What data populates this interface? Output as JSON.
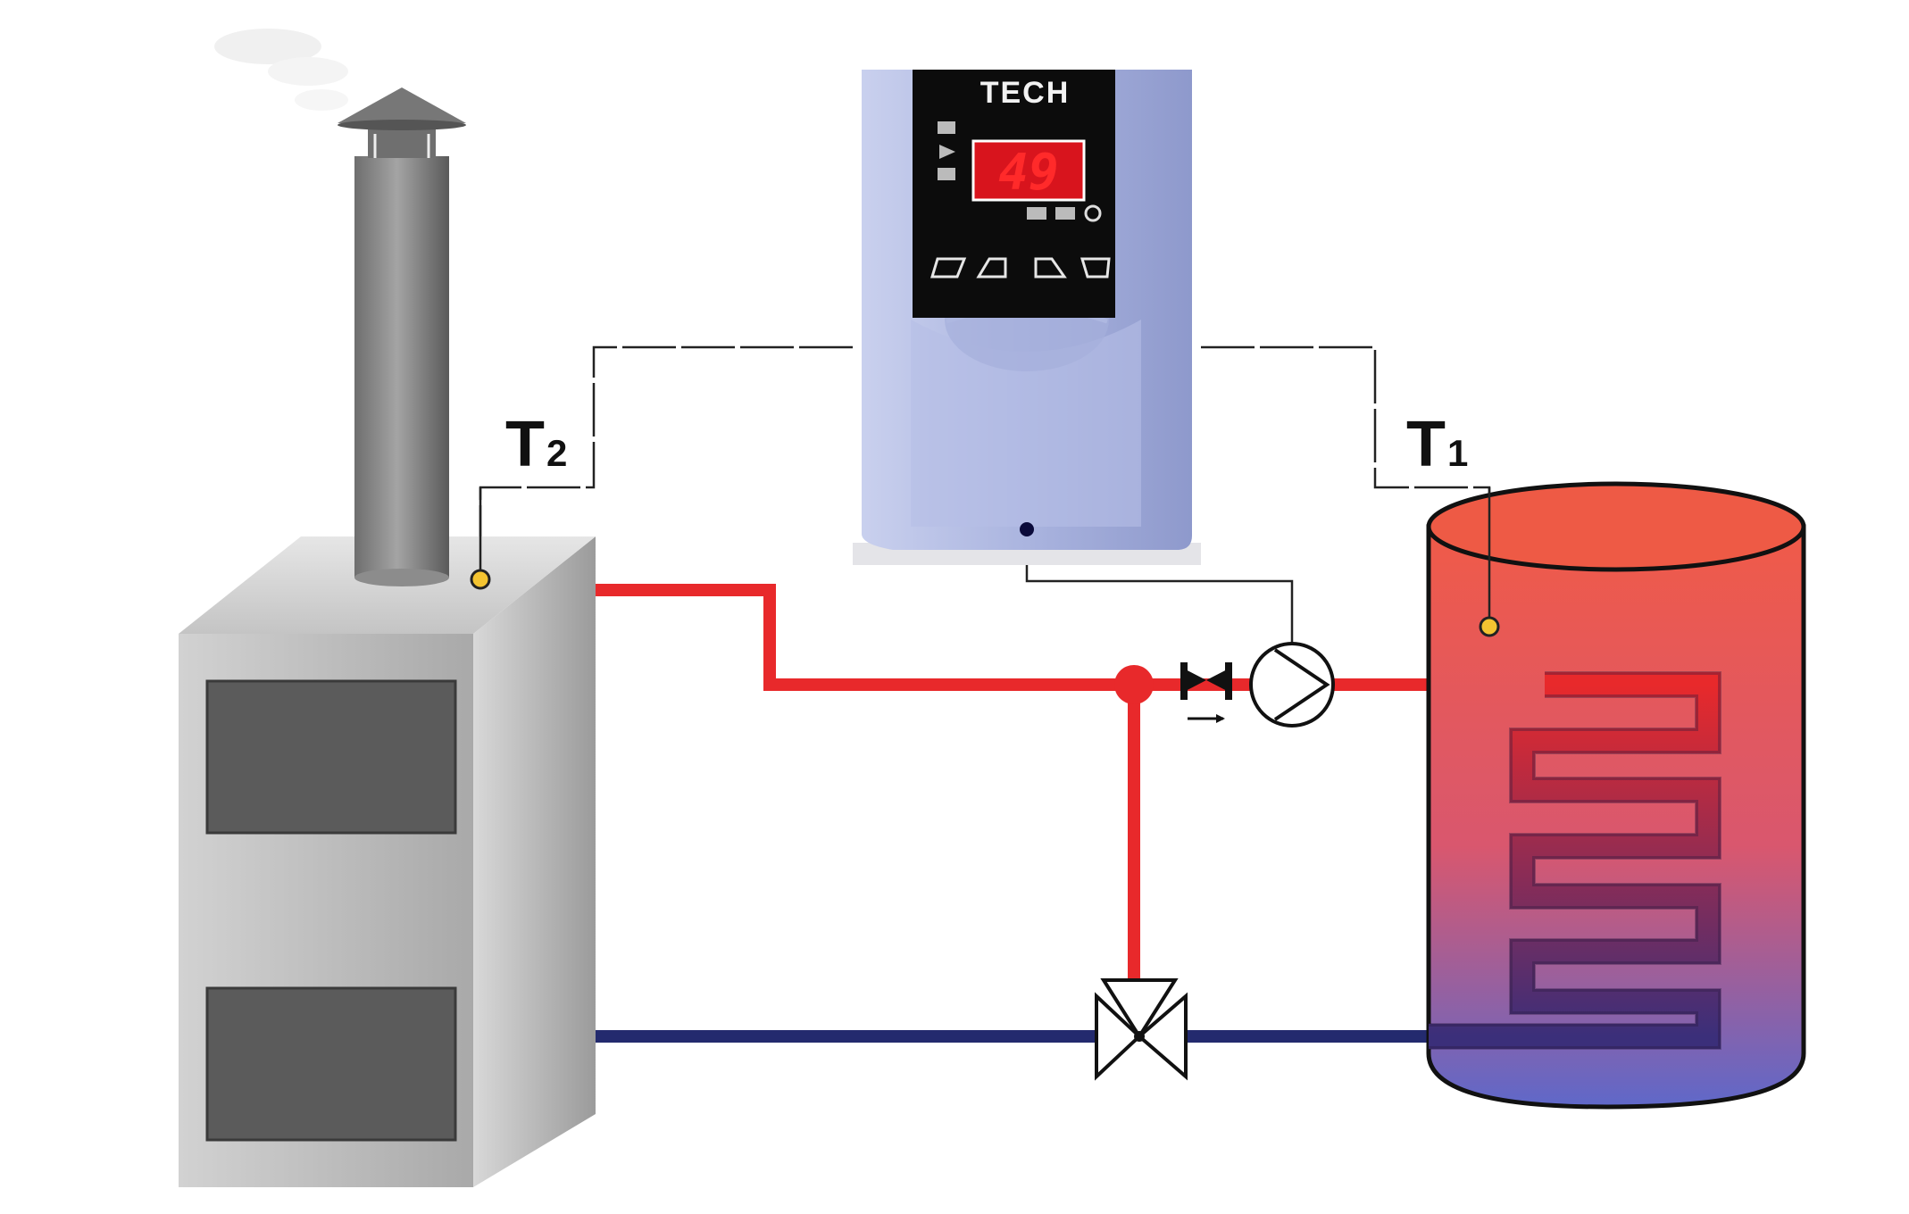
{
  "controller": {
    "brand": "TECH",
    "display_value": "49"
  },
  "sensors": {
    "boiler_sensor_label": "T",
    "boiler_sensor_sub": "2",
    "tank_sensor_label": "T",
    "tank_sensor_sub": "1"
  },
  "colors": {
    "hot_pipe": "#e8292b",
    "cold_pipe": "#232a6e",
    "tank_top": "#f05a48",
    "tank_bottom": "#5f68c9",
    "boiler_body": "#bfbfbf",
    "controller_body": "#aab4df",
    "sensor_dot": "#f4c431"
  },
  "icons": {
    "circulation_pump": "pump-icon",
    "check_valve": "check-valve-icon",
    "three_way_valve": "three-way-valve-icon",
    "chimney_smoke": "smoke-icon"
  }
}
